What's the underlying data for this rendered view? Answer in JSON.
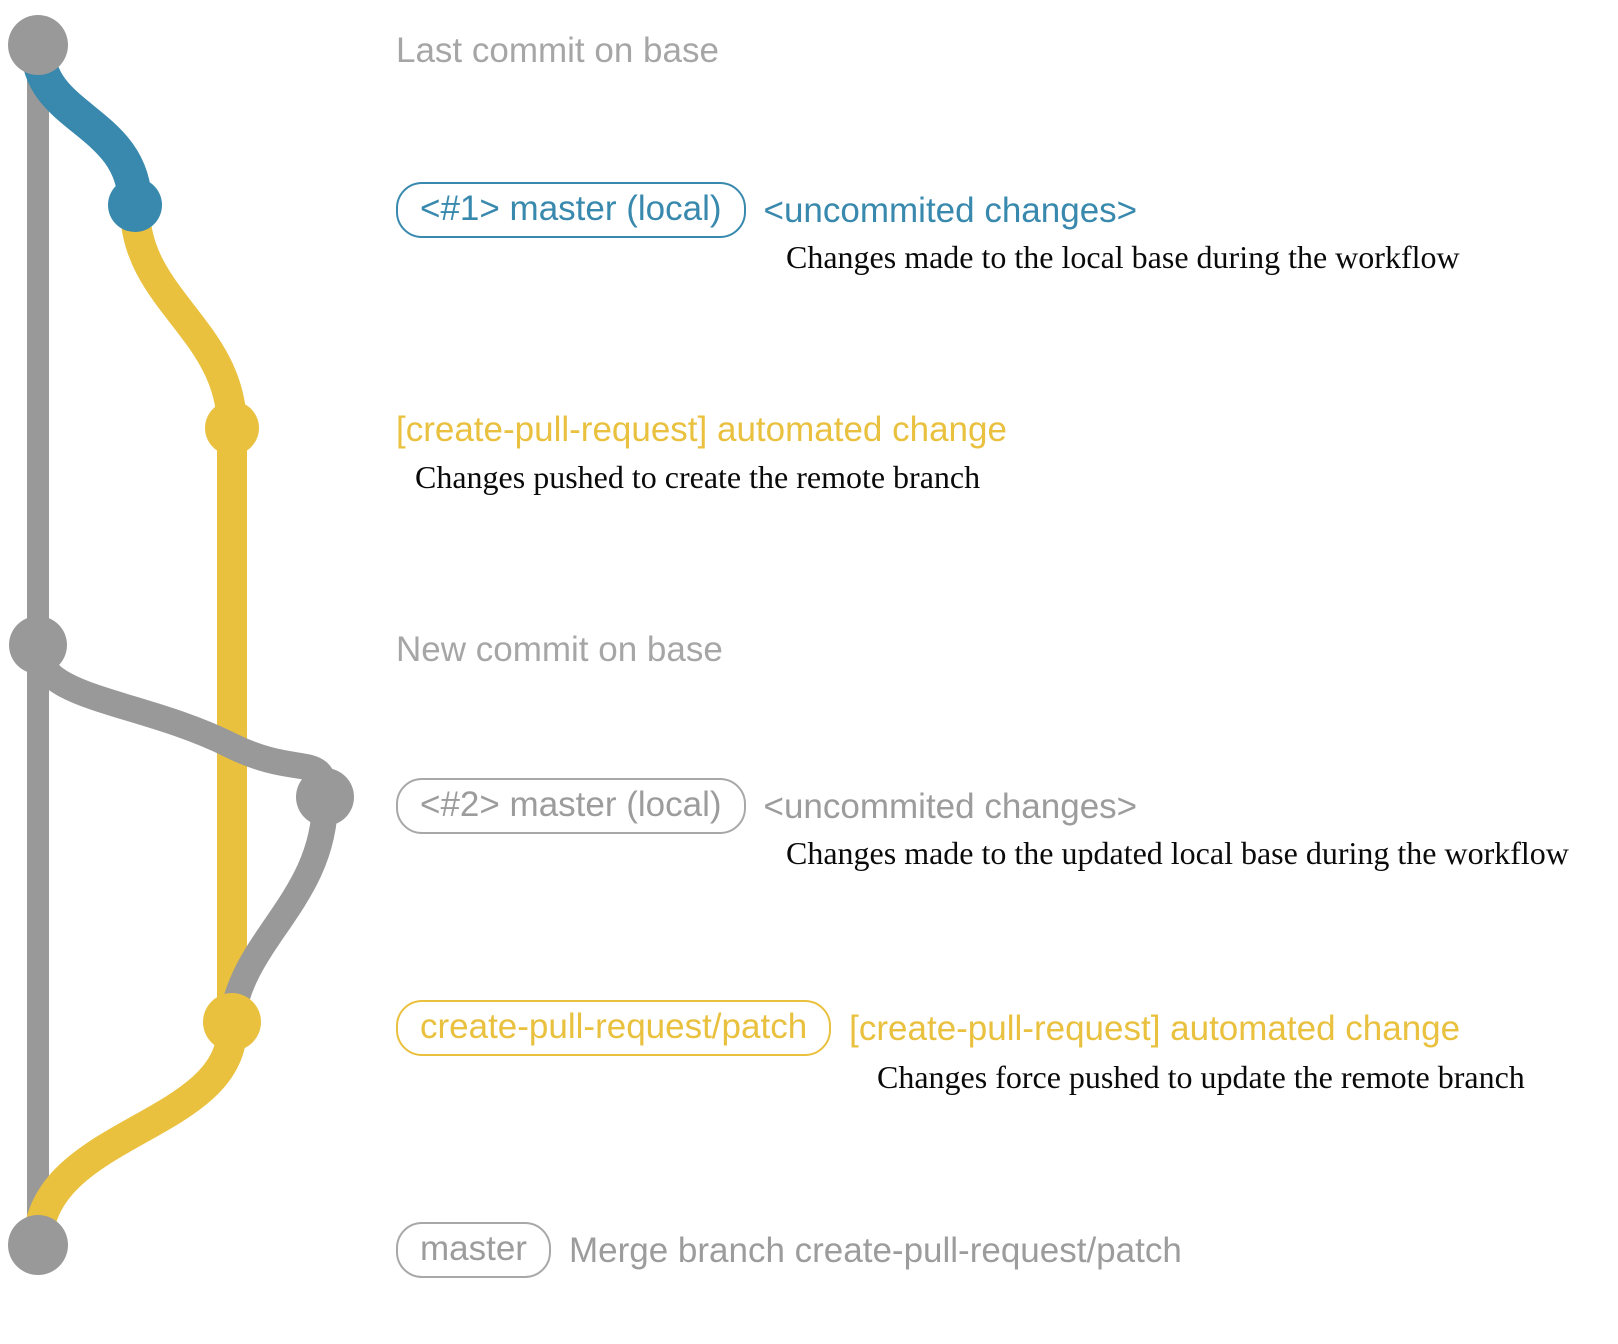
{
  "diagram": {
    "title": "git branch graph for create-pull-request workflow",
    "colors": {
      "base_gray": "#999999",
      "local_blue": "#3889ad",
      "patch_yellow": "#e9c13f",
      "description_text": "#0a0a0a",
      "background": "#ffffff"
    }
  },
  "rows": [
    {
      "key": "last-commit-on-base",
      "badge": null,
      "message": "Last commit on base",
      "message_color": "gray",
      "description": null,
      "node_color": "#999999"
    },
    {
      "key": "master-local-1",
      "badge": "<#1> master (local)",
      "badge_color": "blue",
      "message": "<uncommited changes>",
      "message_color": "blue",
      "description": "Changes made to the local base during the workflow",
      "node_color": "#3889ad"
    },
    {
      "key": "automated-change-1",
      "badge": null,
      "message": "[create-pull-request] automated change",
      "message_color": "yellow",
      "description": "Changes pushed to create the remote branch",
      "node_color": "#e9c13f"
    },
    {
      "key": "new-commit-on-base",
      "badge": null,
      "message": "New commit on base",
      "message_color": "gray",
      "description": null,
      "node_color": "#999999"
    },
    {
      "key": "master-local-2",
      "badge": "<#2> master (local)",
      "badge_color": "gray",
      "message": "<uncommited changes>",
      "message_color": "gray",
      "description": "Changes made to the updated local base during the workflow",
      "node_color": "#999999"
    },
    {
      "key": "automated-change-2",
      "badge": "create-pull-request/patch",
      "badge_color": "yellow",
      "message": "[create-pull-request] automated change",
      "message_color": "yellow",
      "description": "Changes force pushed to update the remote branch",
      "node_color": "#e9c13f"
    },
    {
      "key": "merge-branch",
      "badge": "master",
      "badge_color": "gray",
      "message": "Merge branch create-pull-request/patch",
      "message_color": "gray",
      "description": null,
      "node_color": "#999999"
    }
  ],
  "labels": {
    "row0_title": "Last commit on base",
    "row1_badge": "<#1> master (local)",
    "row1_msg": "<uncommited changes>",
    "row1_desc": "Changes made to the local base during the workflow",
    "row2_msg": "[create-pull-request] automated change",
    "row2_desc": "Changes pushed to create the remote branch",
    "row3_title": "New commit on base",
    "row4_badge": "<#2> master (local)",
    "row4_msg": "<uncommited changes>",
    "row4_desc": "Changes made to the updated local base during the workflow",
    "row5_badge": "create-pull-request/patch",
    "row5_msg": "[create-pull-request] automated change",
    "row5_desc": "Changes force pushed to update the remote branch",
    "row6_badge": "master",
    "row6_msg": "Merge branch create-pull-request/patch"
  }
}
